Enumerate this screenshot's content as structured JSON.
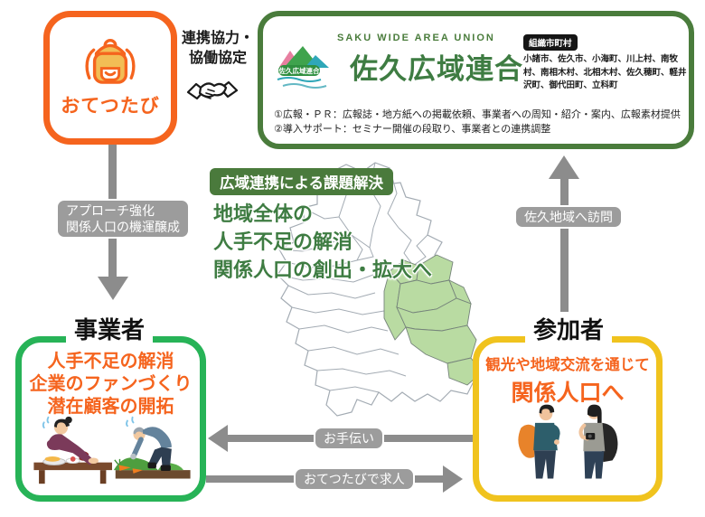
{
  "otetsutabi": {
    "label": "おてつたび",
    "brand_color": "#f5641e"
  },
  "partnership": {
    "line1": "連携協力・",
    "line2": "協働協定"
  },
  "saku_union": {
    "en_title": "SAKU WIDE AREA UNION",
    "title": "佐久広域連合",
    "logo_text": "佐久広域連合",
    "munis_badge": "組織市町村",
    "municipalities": "小諸市、佐久市、小海町、川上村、南牧村、南相木村、北相木村、佐久穂町、軽井沢町、御代田町、立科町",
    "role1": "①広報・ＰＲ：広報誌・地方紙への掲載依頼、事業者への周知・紹介・案内、広報素材提供",
    "role2": "②導入サポート：セミナー開催の段取り、事業者との連携調整",
    "brand_color": "#4a7c3c"
  },
  "center_message": {
    "badge": "広域連携による課題解決",
    "line1": "地域全体の",
    "line2": "人手不足の解消",
    "line3": "関係人口の創出・拡大へ"
  },
  "flow_labels": {
    "approach_line1": "アプローチ強化",
    "approach_line2": "関係人口の機運醸成",
    "visit": "佐久地域へ訪問",
    "help": "お手伝い",
    "recruit": "おてつたびで求人"
  },
  "business_box": {
    "title": "事業者",
    "line1": "人手不足の解消",
    "line2": "企業のファンづくり",
    "line3": "潜在顧客の開拓",
    "border_color": "#27b357"
  },
  "participant_box": {
    "title": "参加者",
    "line1": "観光や地域交流を通じて",
    "line2": "関係人口へ",
    "border_color": "#f0c31e"
  },
  "colors": {
    "orange": "#f5641e",
    "dark_green": "#4a7c3c",
    "bright_green": "#27b357",
    "yellow": "#f0c31e",
    "arrow_gray": "#8c8c8c",
    "map_green": "#b9dba2"
  }
}
